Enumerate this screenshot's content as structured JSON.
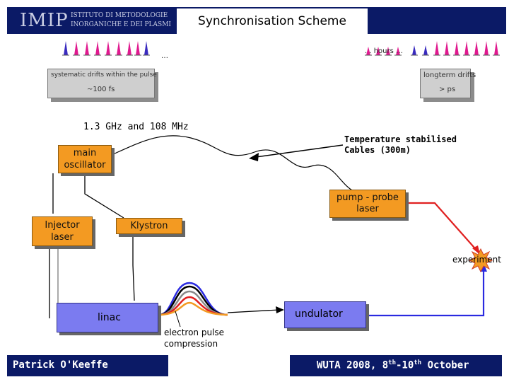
{
  "header": {
    "logo_mark": "IMIP",
    "logo_line1": "ISTITUTO DI METODOLOGIE",
    "logo_line2": "INORGANICHE E DEI PLASMI",
    "title": "Synchronisation Scheme"
  },
  "timeline": {
    "left_ellipsis": "…",
    "hours_label": ". . hours …"
  },
  "drift_left": {
    "title": "systematic drifts within the pulse",
    "value": "~100 fs"
  },
  "drift_right": {
    "title": "longterm drifts",
    "value": "> ps"
  },
  "oscillator_freq": "1.3 GHz and 108 MHz",
  "cable_annotation": {
    "line1": "Temperature stabilised",
    "line2": "Cables (300m)"
  },
  "components": {
    "main_oscillator": {
      "line1": "main",
      "line2": "oscillator"
    },
    "pump_probe": {
      "line1": "pump - probe",
      "line2": "laser"
    },
    "injector": {
      "line1": "Injector",
      "line2": "laser"
    },
    "klystron": "Klystron",
    "experiment": "experiment",
    "linac": "linac",
    "undulator": "undulator",
    "compression": {
      "line1": "electron pulse",
      "line2": "compression"
    }
  },
  "footer": {
    "author": "Patrick O'Keeffe",
    "event": "WUTA 2008, 8",
    "sup1": "th",
    "dash": "-10",
    "sup2": "th",
    "month": " October"
  },
  "colors": {
    "header_bg": "#0b1a66",
    "box_orange": "#f39a22",
    "block_blue": "#7b7bf0",
    "pulse_pink": "#e0198f",
    "pulse_blue": "#3a2bbf",
    "line_red": "#e02020",
    "line_blue": "#2a2ae0",
    "line_black": "#000000"
  }
}
